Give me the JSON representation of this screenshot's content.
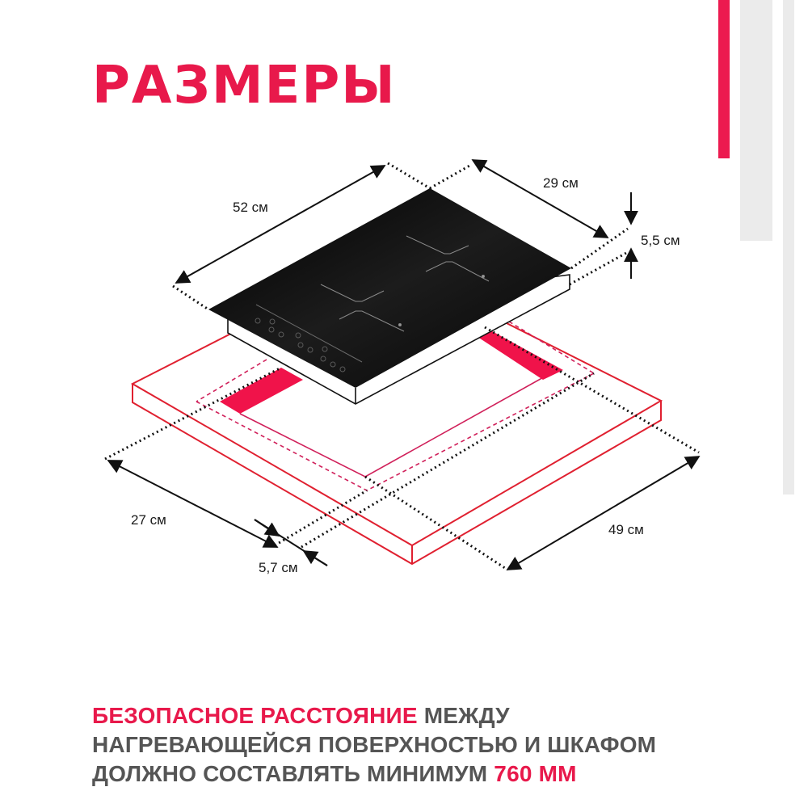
{
  "title": "РАЗМЕРЫ",
  "colors": {
    "accent": "#e8194b",
    "text_gray": "#555555",
    "side_bar_gray": "#ebebeb",
    "hob_glass": "#0a0a0a",
    "countertop_outline": "#e02030"
  },
  "decor": {
    "side_bars": [
      "accent-bar",
      "gray-bar-wide",
      "gray-bar-narrow"
    ]
  },
  "diagram": {
    "subject": "two-zone induction hob over countertop cutout",
    "hob": {
      "burners": 2,
      "touch_controls": 12
    },
    "dimensions": {
      "hob_length": "52 см",
      "hob_depth": "29 см",
      "hob_height": "5,5 см",
      "cutout_depth": "27 см",
      "cutout_length": "49 см",
      "countertop_offset": "5,7 см"
    }
  },
  "note": {
    "highlight_1": "БЕЗОПАСНОЕ РАССТОЯНИЕ",
    "text_1": " МЕЖДУ НАГРЕВАЮЩЕЙСЯ ПОВЕРХНОСТЬЮ И ШКАФОМ ДОЛЖНО СОСТАВЛЯТЬ МИНИМУМ ",
    "highlight_2": "760 ММ"
  }
}
